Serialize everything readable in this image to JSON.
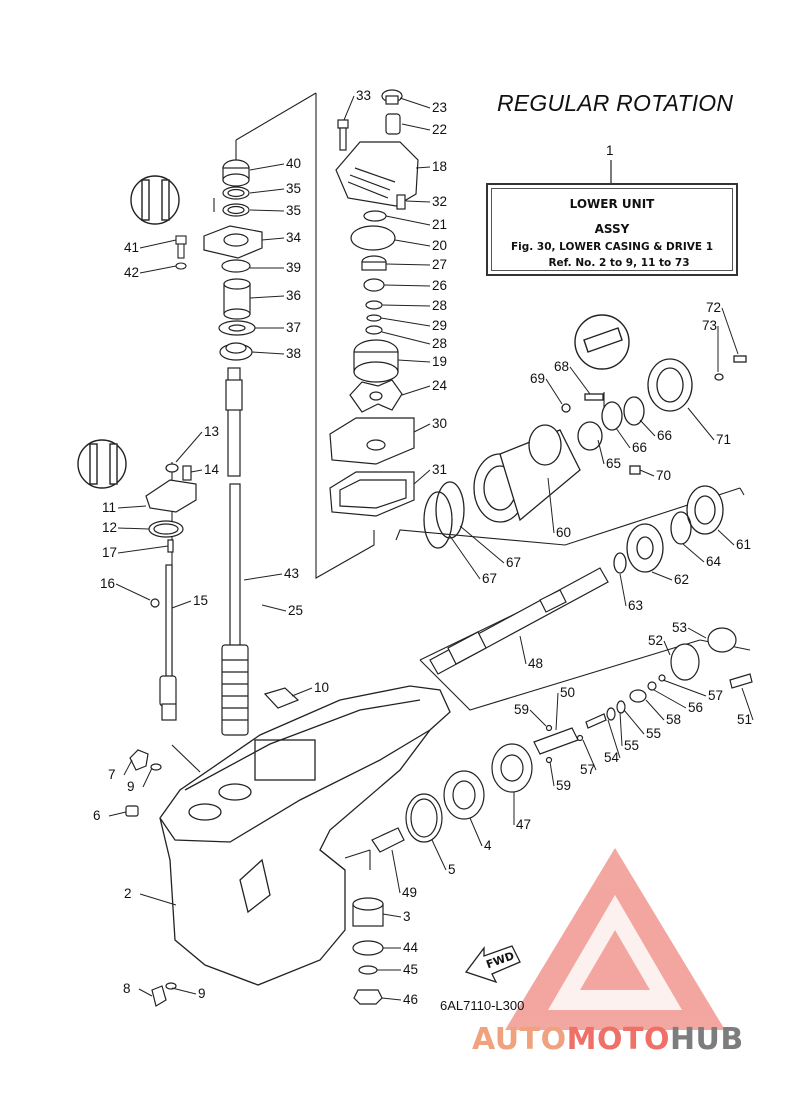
{
  "title": "REGULAR ROTATION",
  "info_box": {
    "ref": "1",
    "line1": "LOWER UNIT",
    "line2": "ASSY",
    "line3": "Fig. 30, LOWER CASING & DRIVE 1",
    "line4": "Ref. No. 2 to 9, 11 to 73"
  },
  "figure_code": "6AL7110-L300",
  "fwd_label": "FWD",
  "watermark": {
    "part1": "AUTO",
    "part2": "MOTO",
    "part3": "HUB",
    "color_light": "#f0a27e",
    "color_red": "#ee7067",
    "color_gray": "#7d7d7d"
  },
  "callouts": [
    "23",
    "22",
    "18",
    "32",
    "21",
    "20",
    "27",
    "26",
    "28",
    "29",
    "28",
    "19",
    "24",
    "30",
    "31",
    "33",
    "40",
    "35",
    "35",
    "34",
    "39",
    "36",
    "37",
    "38",
    "41",
    "42",
    "13",
    "14",
    "11",
    "12",
    "17",
    "16",
    "15",
    "43",
    "25",
    "10",
    "7",
    "9",
    "6",
    "2",
    "8",
    "9",
    "3",
    "44",
    "45",
    "46",
    "5",
    "4",
    "49",
    "47",
    "50",
    "59",
    "59",
    "57",
    "54",
    "55",
    "55",
    "58",
    "56",
    "57",
    "51",
    "52",
    "53",
    "48",
    "63",
    "62",
    "64",
    "61",
    "60",
    "67",
    "67",
    "65",
    "70",
    "66",
    "66",
    "69",
    "68",
    "71",
    "73",
    "72"
  ]
}
